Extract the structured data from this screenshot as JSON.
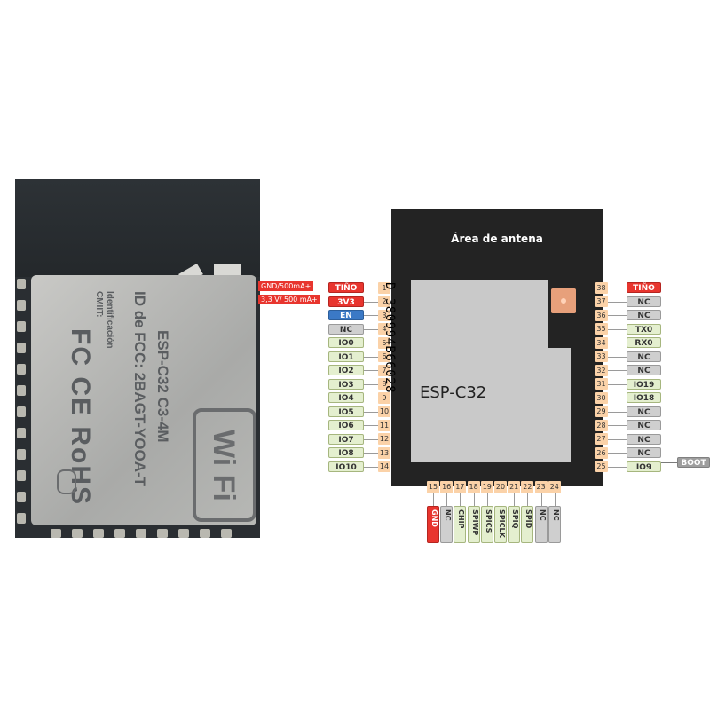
{
  "photo": {
    "lines": [
      "ID de FCC: 2BAGT-YOOA-T",
      "ESP-C32  C3-4M",
      "Identificación",
      "CMIIT:"
    ],
    "marks": "FC CE RoHS",
    "logo": "Wi Fi"
  },
  "chip": {
    "antenna_label": "Área de antena",
    "name": "ESP-C32"
  },
  "serial": "D 380994B66028",
  "notes": [
    "GND/500mA+",
    "3,3 V/ 500 mA+"
  ],
  "left_pins": [
    {
      "num": "1",
      "label": "TIÑO"
    },
    {
      "num": "2",
      "label": "3V3"
    },
    {
      "num": "3",
      "label": "EN"
    },
    {
      "num": "4",
      "label": "NC"
    },
    {
      "num": "5",
      "label": "IO0"
    },
    {
      "num": "6",
      "label": "IO1"
    },
    {
      "num": "7",
      "label": "IO2"
    },
    {
      "num": "8",
      "label": "IO3"
    },
    {
      "num": "9",
      "label": "IO4"
    },
    {
      "num": "10",
      "label": "IO5"
    },
    {
      "num": "11",
      "label": "IO6"
    },
    {
      "num": "12",
      "label": "IO7"
    },
    {
      "num": "13",
      "label": "IO8"
    },
    {
      "num": "14",
      "label": "IO10"
    }
  ],
  "right_pins": [
    {
      "num": "38",
      "label": "TIÑO"
    },
    {
      "num": "37",
      "label": "NC"
    },
    {
      "num": "36",
      "label": "NC"
    },
    {
      "num": "35",
      "label": "TX0"
    },
    {
      "num": "34",
      "label": "RX0"
    },
    {
      "num": "33",
      "label": "NC"
    },
    {
      "num": "32",
      "label": "NC"
    },
    {
      "num": "31",
      "label": "IO19"
    },
    {
      "num": "30",
      "label": "IO18"
    },
    {
      "num": "29",
      "label": "NC"
    },
    {
      "num": "28",
      "label": "NC"
    },
    {
      "num": "27",
      "label": "NC"
    },
    {
      "num": "26",
      "label": "NC"
    },
    {
      "num": "25",
      "label": "IO9"
    }
  ],
  "boot_label": "BOOT",
  "bottom_pins": [
    {
      "num": "15",
      "label": "GND"
    },
    {
      "num": "16",
      "label": "NC"
    },
    {
      "num": "17",
      "label": "CHIP"
    },
    {
      "num": "18",
      "label": "SPIWP"
    },
    {
      "num": "19",
      "label": "SPICS"
    },
    {
      "num": "20",
      "label": "SPICLK"
    },
    {
      "num": "21",
      "label": "SPIQ"
    },
    {
      "num": "22",
      "label": "SPID"
    },
    {
      "num": "23",
      "label": "NC"
    },
    {
      "num": "24",
      "label": "NC"
    }
  ],
  "colors": {
    "power": "#e8352e",
    "enable": "#3b79c6",
    "gpio": "#e4efcf",
    "nc": "#cfcfcf",
    "pin_number": "#fbd2a8",
    "chip_body": "#232323"
  }
}
